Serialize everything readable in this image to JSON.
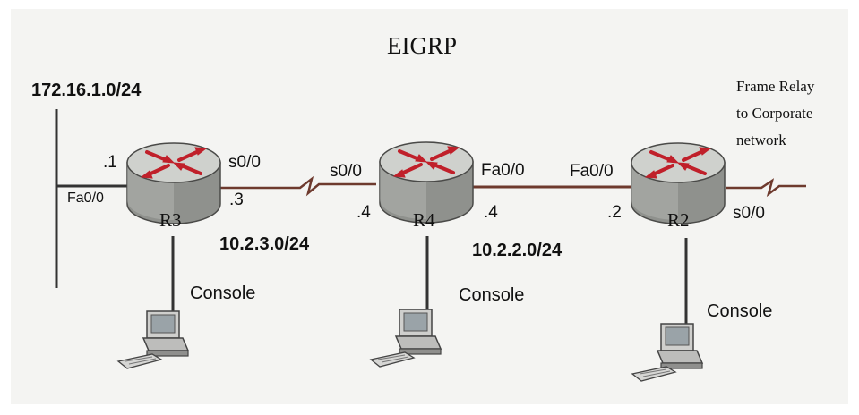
{
  "title": "EIGRP",
  "lan_network": "172.16.1.0/24",
  "frame_relay": [
    "Frame Relay",
    "to Corporate",
    "network"
  ],
  "routers": {
    "r3": {
      "name": "R3",
      "lan_addr": ".1",
      "lan_if": "Fa0/0",
      "serial_if": "s0/0",
      "serial_addr": ".3"
    },
    "r4": {
      "name": "R4",
      "serial_if": "s0/0",
      "serial_addr": ".4",
      "fa_if": "Fa0/0",
      "fa_addr": ".4"
    },
    "r2": {
      "name": "R2",
      "fa_if": "Fa0/0",
      "fa_addr": ".2",
      "serial_if": "s0/0"
    }
  },
  "links": {
    "r3_r4": "10.2.3.0/24",
    "r4_r2": "10.2.2.0/24"
  },
  "console_label": "Console",
  "colors": {
    "router_body": "#9a9c98",
    "router_top": "#c8cac6",
    "arrow_red": "#c0202a",
    "cable": "#6e3a2e",
    "line": "#333333"
  },
  "icons": [
    "router-icon",
    "computer-icon",
    "serial-lightning-icon"
  ]
}
